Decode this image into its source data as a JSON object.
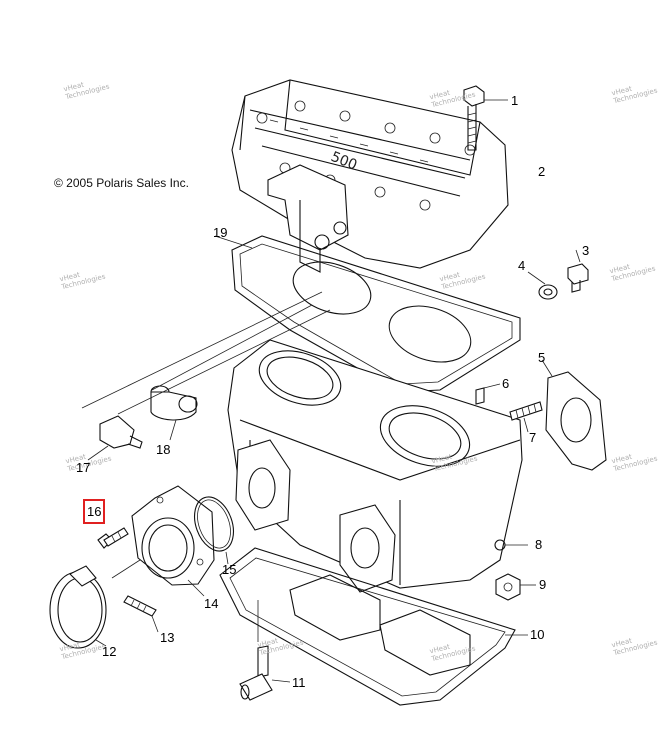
{
  "copyright": "© 2005 Polaris Sales Inc.",
  "watermark": {
    "line1": "vHeat",
    "line2": "Technologies"
  },
  "callouts": [
    "1",
    "2",
    "3",
    "4",
    "5",
    "6",
    "7",
    "8",
    "9",
    "10",
    "11",
    "12",
    "13",
    "14",
    "15",
    "16",
    "17",
    "18",
    "19"
  ],
  "highlighted_callout": "16",
  "colors": {
    "highlight": "#e02020",
    "line": "#111111",
    "watermark": "#b0b0b0"
  }
}
